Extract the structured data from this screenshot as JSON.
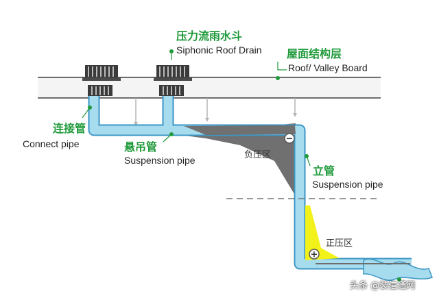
{
  "labels": {
    "siphonic_drain_cn": "压力流雨水斗",
    "siphonic_drain_en": "Siphonic Roof Drain",
    "roof_layer_cn": "屋面结构层",
    "roof_board_en": "Roof/ Valley Board",
    "connect_pipe_cn": "连接管",
    "connect_pipe_en": "Connect pipe",
    "suspension_pipe_cn": "悬吊管",
    "suspension_pipe_en": "Suspension pipe",
    "vertical_pipe_cn": "立管",
    "vertical_pipe_en": "Suspension pipe",
    "negative_zone": "负压区",
    "positive_zone": "正压区"
  },
  "signs": {
    "negative": "−",
    "positive": "+"
  },
  "watermark": "头条 @装信通网",
  "colors": {
    "label_green": "#1f9a3a",
    "pipe_fill": "#a7dcef",
    "pipe_stroke": "#3b96c4",
    "negative_pressure": "#707070",
    "positive_pressure": "#f2f21a",
    "roof_line": "#6d6d6d"
  }
}
